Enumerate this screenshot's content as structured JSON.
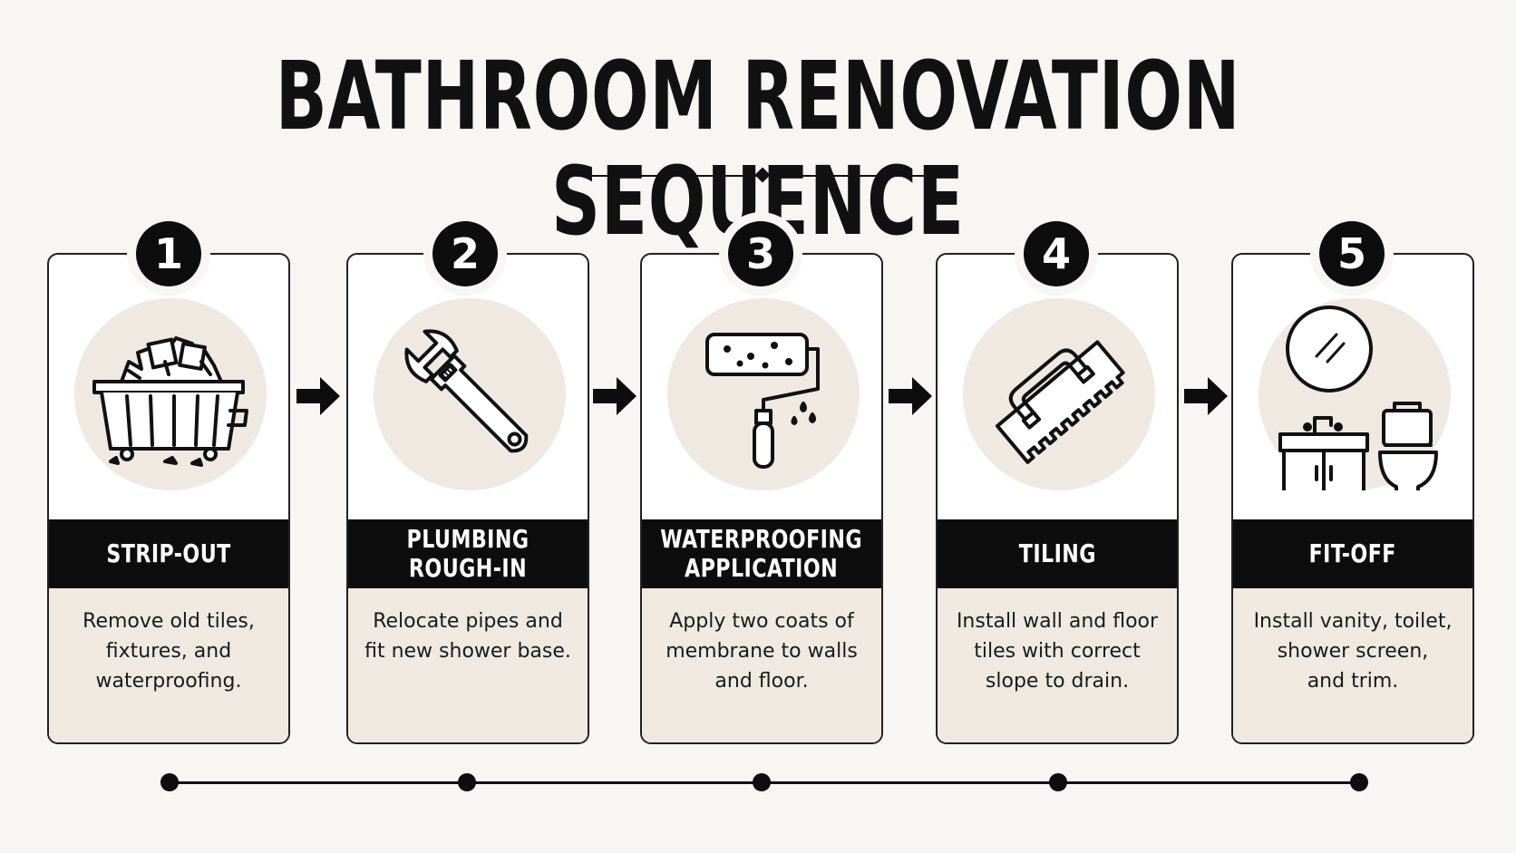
{
  "title": "BATHROOM RENOVATION SEQUENCE",
  "colors": {
    "ink": "#0d0d0d",
    "panel": "#efe9e1",
    "background": "#f7f6f3"
  },
  "steps": [
    {
      "number": "1",
      "title": "STRIP-OUT",
      "description": "Remove old tiles,\nfixtures,  and\nwaterproofing.",
      "icon": "skip-bin-icon"
    },
    {
      "number": "2",
      "title": "PLUMBING ROUGH-IN",
      "description": "Relocate pipes and\nfit new shower base.",
      "icon": "wrench-icon"
    },
    {
      "number": "3",
      "title": "WATERPROOFING\nAPPLICATION",
      "description": "Apply two coats of\nmembrane to walls\nand floor.",
      "icon": "paint-roller-icon"
    },
    {
      "number": "4",
      "title": "TILING",
      "description": "Install wall and floor\ntiles with correct\nslope to drain.",
      "icon": "notched-trowel-icon"
    },
    {
      "number": "5",
      "title": "FIT-OFF",
      "description": "Install vanity, toilet,\nshower screen,\nand trim.",
      "icon": "bathroom-fixtures-icon"
    }
  ]
}
